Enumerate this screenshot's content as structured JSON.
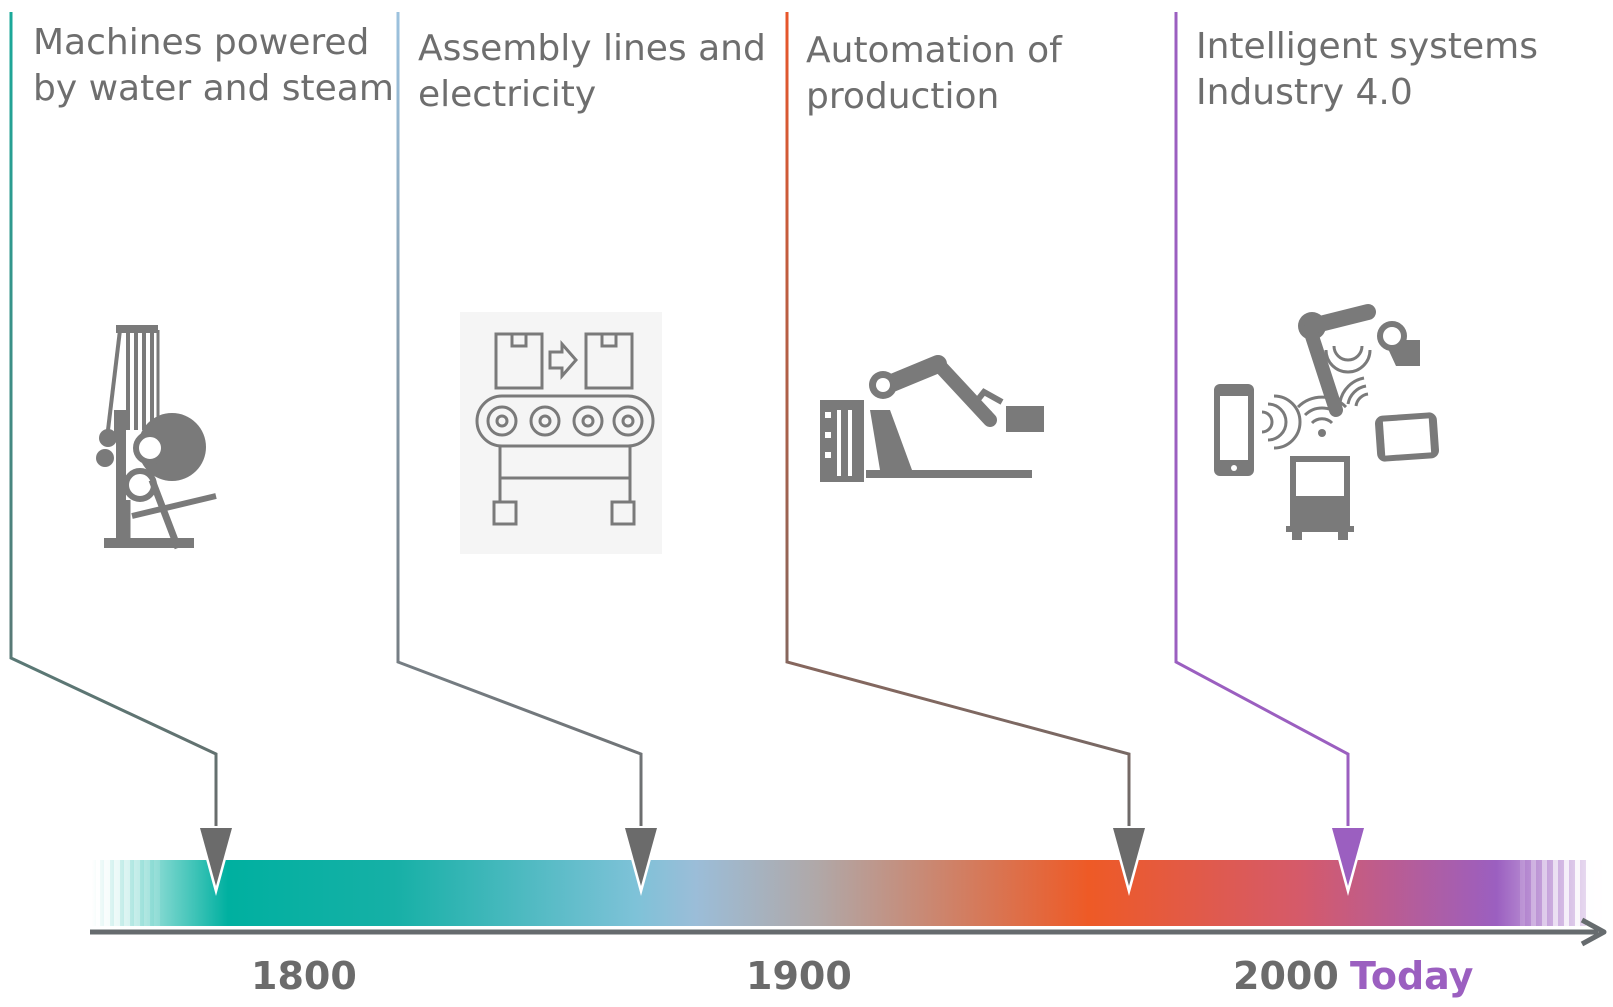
{
  "eras": [
    {
      "label": "Machines powered\nby water and steam",
      "icon": "loom-icon",
      "color": "#1aa99a"
    },
    {
      "label": "Assembly lines and\nelectricity",
      "icon": "conveyor-belt-icon",
      "color": "#8fb8d8"
    },
    {
      "label": "Automation of\nproduction",
      "icon": "robot-arm-icon",
      "color": "#e8562a"
    },
    {
      "label": "Intelligent systems\nIndustry 4.0",
      "icon": "connected-devices-icon",
      "color": "#9b5fc0"
    }
  ],
  "timeline": {
    "years": [
      "1800",
      "1900",
      "2000"
    ],
    "today_label": "Today",
    "gradient_colors": [
      "#00b0a0",
      "#8ec0dc",
      "#e8562a",
      "#9b5fc0"
    ]
  },
  "colors": {
    "text": "#6e6e6e",
    "arrow": "#6b6b6b",
    "axis": "#666b6e",
    "icon": "#7a7a7a"
  }
}
